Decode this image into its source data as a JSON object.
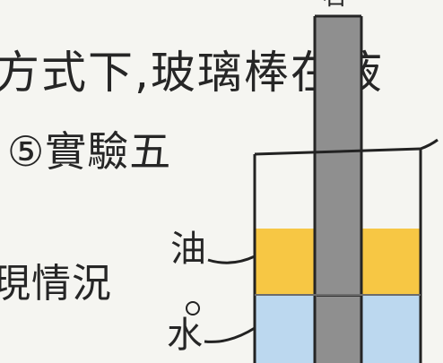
{
  "text": {
    "top_fragment": "石",
    "line1": "方式下,玻璃棒在液",
    "line2": "⑤實驗五",
    "line3": "現情況",
    "label_oil": "油",
    "label_water": "水"
  },
  "colors": {
    "oil": "#f7c744",
    "water": "#bcd8ef",
    "rod": "#8f8f8f",
    "ink": "#262626",
    "paper": "#f5f5f1"
  }
}
